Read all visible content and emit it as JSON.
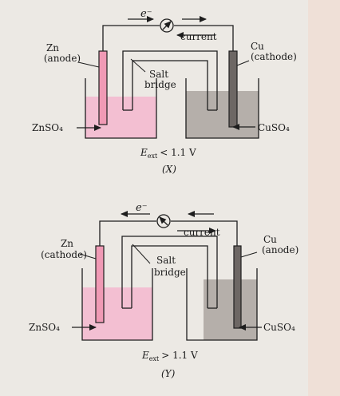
{
  "colors": {
    "page": "#ece9e4",
    "pink_solution": "#f3bfd2",
    "grey_solution": "#b5afaa",
    "zn_electrode": "#f09ab5",
    "cu_electrode": "#6d6764",
    "line": "#1e1e1e",
    "side_strip": "#f2d8cc"
  },
  "diagram_x": {
    "electron_label": "e⁻",
    "current_label": "current",
    "zn_label_line1": "Zn",
    "zn_label_line2": "(anode)",
    "cu_label_line1": "Cu",
    "cu_label_line2": "(cathode)",
    "salt_bridge_line1": "Salt",
    "salt_bridge_line2": "bridge",
    "left_solution": "ZnSO₄",
    "right_solution": "CuSO₄",
    "eext_E": "E",
    "eext_sub": "ext",
    "eext_condition": "< 1.1 V",
    "caption": "(X)"
  },
  "diagram_y": {
    "electron_label": "e⁻",
    "current_label": "current",
    "zn_label_line1": "Zn",
    "zn_label_line2": "(cathode)",
    "cu_label_line1": "Cu",
    "cu_label_line2": "(anode)",
    "salt_bridge_line1": "Salt",
    "salt_bridge_line2": "bridge",
    "left_solution": "ZnSO₄",
    "right_solution": "CuSO₄",
    "eext_E": "E",
    "eext_sub": "ext",
    "eext_condition": "> 1.1 V",
    "caption": "(Y)"
  }
}
